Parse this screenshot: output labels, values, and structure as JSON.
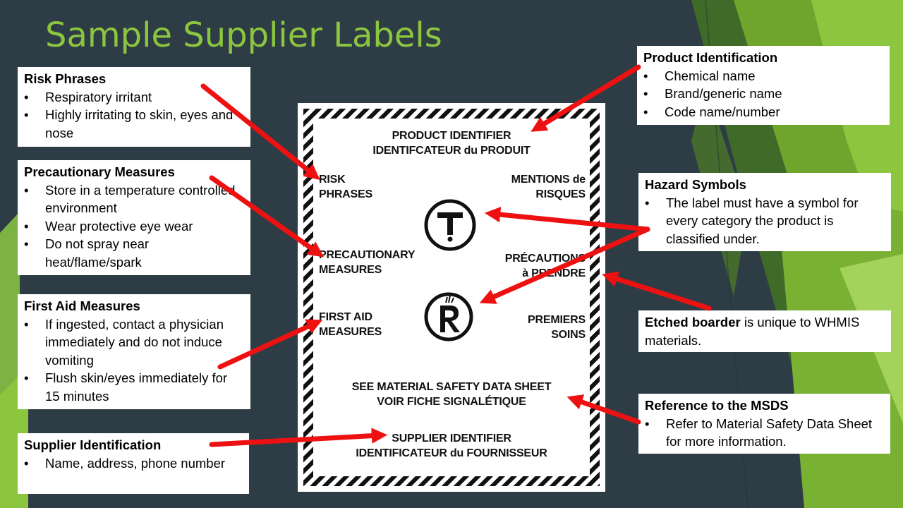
{
  "title": "Sample Supplier Labels",
  "callouts": {
    "risk": {
      "heading": "Risk Phrases",
      "items": [
        "Respiratory irritant",
        "Highly irritating to skin, eyes and nose"
      ]
    },
    "precaution": {
      "heading": "Precautionary Measures",
      "items": [
        "Store in a temperature controlled environment",
        "Wear protective eye wear",
        "Do not spray near heat/flame/spark"
      ]
    },
    "firstaid": {
      "heading": "First Aid Measures",
      "items": [
        "If ingested, contact a physician immediately and do not induce vomiting",
        "Flush skin/eyes immediately for 15 minutes"
      ]
    },
    "supplier": {
      "heading": "Supplier Identification",
      "items": [
        "Name, address, phone number"
      ]
    },
    "product": {
      "heading": "Product Identification",
      "items": [
        "Chemical name",
        "Brand/generic name",
        "Code name/number"
      ]
    },
    "hazard": {
      "heading": "Hazard Symbols",
      "items": [
        "The label must have a symbol for every category the product is classified under."
      ]
    },
    "border": {
      "strong": "Etched boarder",
      "rest": " is unique to WHMIS materials."
    },
    "msds": {
      "heading": "Reference to the MSDS",
      "items": [
        "Refer to Material Safety Data Sheet for more information."
      ]
    }
  },
  "label": {
    "product_identifier": "PRODUCT IDENTIFIER\nIDENTIFCATEUR du PRODUIT",
    "risk_phrases": "RISK\nPHRASES",
    "mentions": "MENTIONS de\nRISQUES",
    "precautionary": "PRECAUTIONARY\nMEASURES",
    "precautions_fr": "PRÉCAUTIONS\nà PRENDRE",
    "first_aid": "FIRST AID\nMEASURES",
    "premiers_soins": "PREMIERS\nSOINS",
    "msds_ref": "SEE MATERIAL SAFETY DATA SHEET\nVOIR FICHE SIGNALÉTIQUE",
    "supplier_identifier": "SUPPLIER IDENTIFIER\nIDENTIFICATEUR du FOURNISSEUR",
    "symbols": [
      "toxic-T-hazard-symbol",
      "dangerously-reactive-R-hazard-symbol"
    ]
  },
  "colors": {
    "background": "#2e3d45",
    "title": "#8cc63f",
    "arrow": "#ee1111",
    "accent_greens": [
      "#8cc63f",
      "#6fa52c",
      "#4e7d23",
      "#a3d35a"
    ]
  }
}
